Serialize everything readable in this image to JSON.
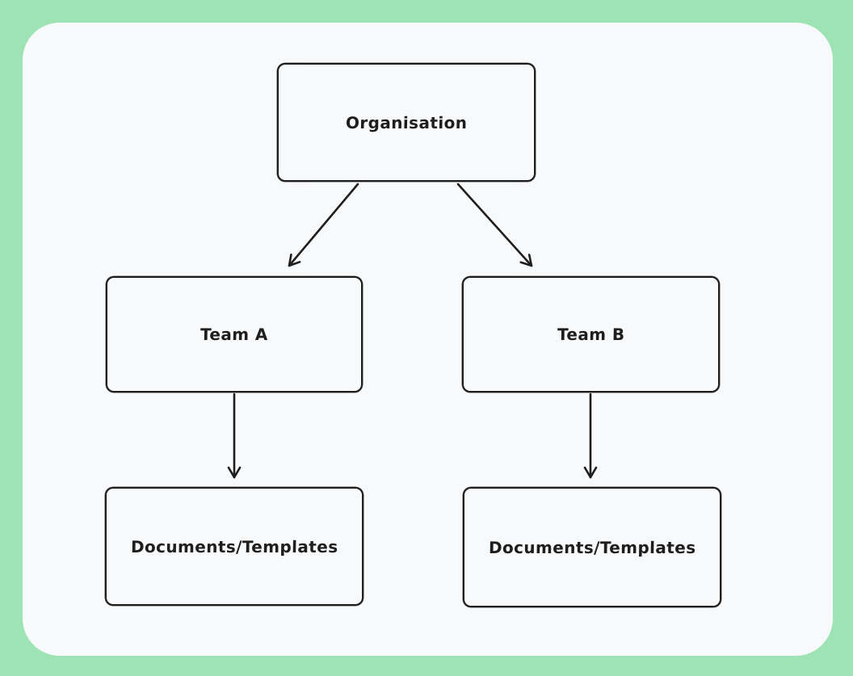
{
  "theme": {
    "background_color": "#9ee3b4",
    "panel_color": "#f8f9fb",
    "stroke_color": "#1e1e1e",
    "text_color": "#1e1e1e"
  },
  "diagram": {
    "nodes": [
      {
        "id": "organisation",
        "label": "Organisation"
      },
      {
        "id": "team-a",
        "label": "Team A"
      },
      {
        "id": "team-b",
        "label": "Team B"
      },
      {
        "id": "documents-a",
        "label": "Documents/Templates"
      },
      {
        "id": "documents-b",
        "label": "Documents/Templates"
      }
    ],
    "edges": [
      {
        "from": "organisation",
        "to": "team-a",
        "type": "arrow"
      },
      {
        "from": "organisation",
        "to": "team-b",
        "type": "arrow"
      },
      {
        "from": "team-a",
        "to": "documents-a",
        "type": "arrow"
      },
      {
        "from": "team-b",
        "to": "documents-b",
        "type": "arrow"
      }
    ]
  }
}
